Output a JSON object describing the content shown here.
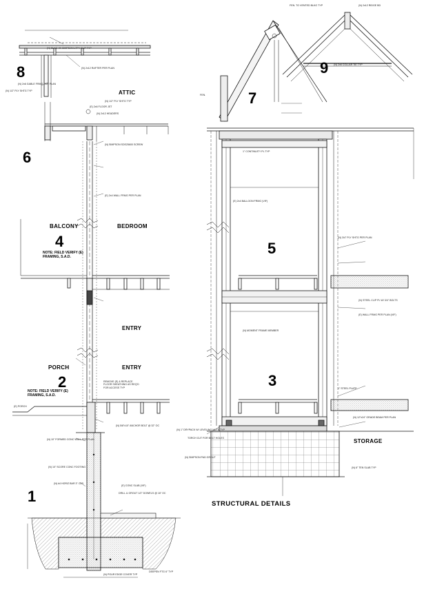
{
  "sheet_title": "STRUCTURAL DETAILS",
  "details": [
    {
      "id": "det-1",
      "number": "1"
    },
    {
      "id": "det-2",
      "number": "2"
    },
    {
      "id": "det-3",
      "number": "3"
    },
    {
      "id": "det-4",
      "number": "4"
    },
    {
      "id": "det-5",
      "number": "5"
    },
    {
      "id": "det-6",
      "number": "6"
    },
    {
      "id": "det-7",
      "number": "7"
    },
    {
      "id": "det-8",
      "number": "8"
    },
    {
      "id": "det-9",
      "number": "9"
    }
  ],
  "rooms": {
    "attic": "ATTIC",
    "balcony": "BALCONY",
    "bedroom": "BEDROOM",
    "entry_upper": "ENTRY",
    "porch": "PORCH",
    "entry_lower": "ENTRY",
    "storage": "STORAGE"
  },
  "notes": {
    "balcony_note": "NOTE: FIELD VERIFY (E) FRAMING, S.A.D.",
    "porch_note": "NOTE: FIELD VERIFY (E) FRAMING, S.A.D."
  },
  "annotations": {
    "porch_e": "(E) PORCH",
    "a_rafter": "(N) 2x12 RAFTER PER PLAN",
    "a_gable": "(N) 2x6 GABLE FRMG PER PLAN",
    "a_ply_top": "(N) 1/2\" PLY SHTG TYP",
    "a_floor_joist": "(E) 2x6 FLOOR JST",
    "a_headers": "(N) 2x12 HEADERS",
    "a_ply_ridge": "(N) 1/2\" PLY SHTG TYP",
    "a_simpson_mid": "(N) SIMPSON SDS25600 SCREW",
    "a_wall_frmg": "(E) 2x4 WALL FRMG PER PLAN",
    "a_collar": "(N) 2x6 COLLAR TIE TYP",
    "a_ridge": "(N) 2x12 RIDGE BD",
    "a_fen_vented": "FEN. TO VENTED BLKG TYP",
    "a_cont": "1\" CONTINUITY PL TYP",
    "a_balloon": "(E) 2x4 BALLOON FRMG (VIF)",
    "a_moment_frame": "(N) MOMENT FRAME MEMBER",
    "a_steel_clip": "(N) STEEL CLIP PL W/ 3/4\" BOLTS",
    "a_wall_frmg_mid": "(E) WALL FRMG PER PLAN (VIF)",
    "a_grade_beam": "(N) 12\"x24\" GRADE BEAM PER PLAN",
    "a_conc_wall": "(N) 10\" FORMED CONC WALL PER PLAN",
    "a_footing": "(N) 10\" SCORE CONC FOOTING",
    "a_drill": "DRILL & GROUT 1/2\" DOWELS @ 16\" OC",
    "a_anchor": "(N) 5/8\"x10\" ANCHOR BOLT @ 32\" OC",
    "a_slab": "(E) CONC SLAB (VIF)",
    "a_rebar": "(N) #4 HORIZ BAR 3\" CLR",
    "a_pour": "(N) POUR EDGE COVER TYP",
    "a_deep": "DEEPEN FTG 6\" TYP",
    "a_leveling": "(N) 1\" DRYPACK W/ LEVELING NUTS TYP",
    "a_torch": "TORCH CUT FOR BOLT HOLES",
    "a_grout": "(N) SIMPSON PAD GROUT",
    "a_ply_bot": "(N) 3/4\" PLY SHTG PER PLAN",
    "a_steel_plate": "1\" STEEL PLATE",
    "a_remove": "REMOVE (E) & REPLACE FLOOR SHEATHING AS REQ'D FOR ACCESS TYP",
    "a_ten_slab": "(N) 6\" TEN SLAB TYP",
    "a_blkg": "(N) BLKG W/ SIMPSON LTP4 CLIP TYP",
    "a_fen": "FEN."
  }
}
